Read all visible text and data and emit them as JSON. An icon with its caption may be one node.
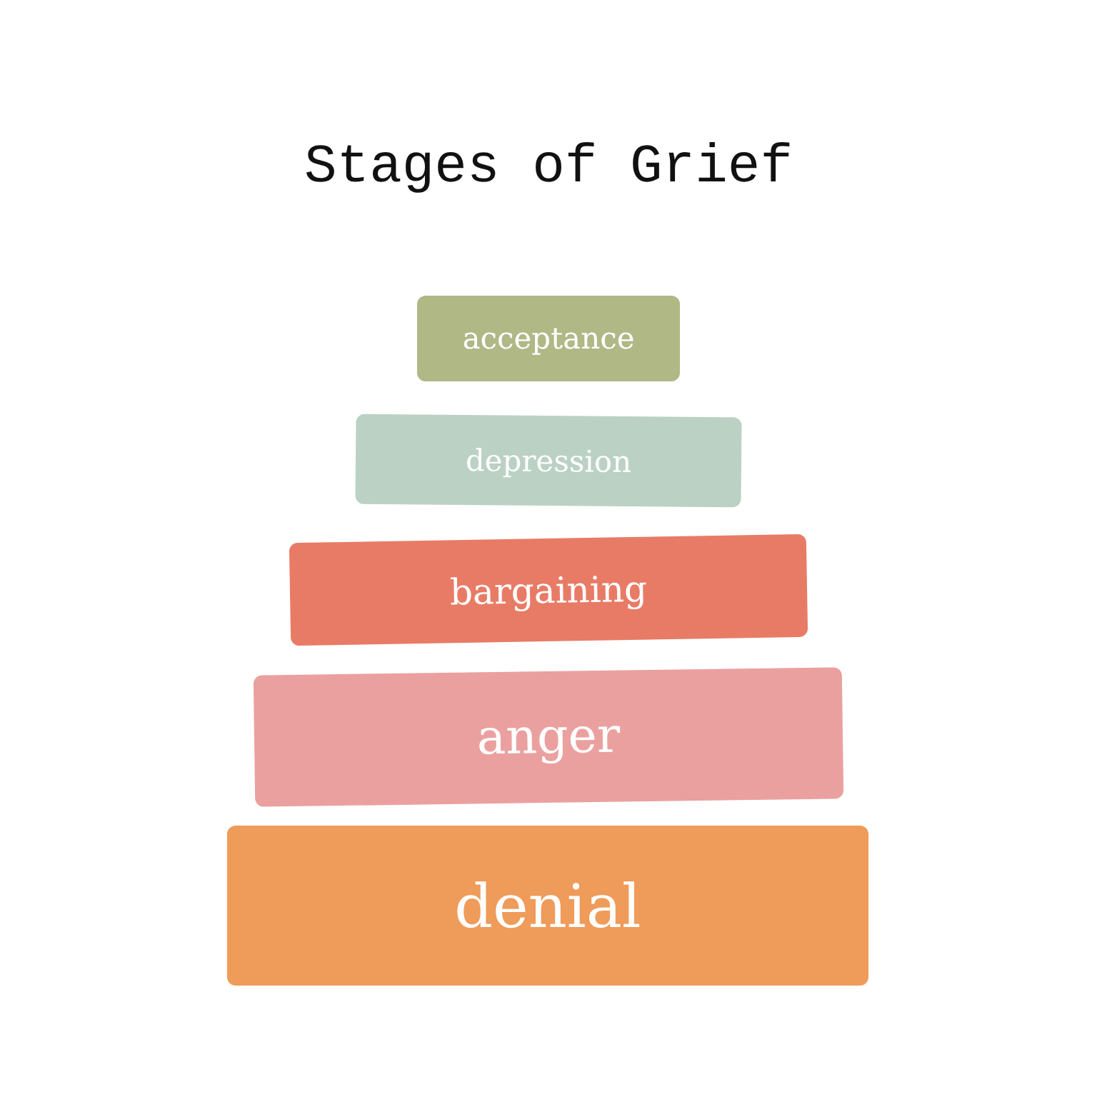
{
  "diagram": {
    "title": "Stages of Grief",
    "nodes": [
      {
        "text": [
          "acceptance"
        ]
      },
      {
        "text": [
          "depression"
        ]
      },
      {
        "text": [
          "bargaining"
        ]
      },
      {
        "text": [
          "anger"
        ]
      },
      {
        "text": [
          "denial"
        ]
      }
    ]
  }
}
